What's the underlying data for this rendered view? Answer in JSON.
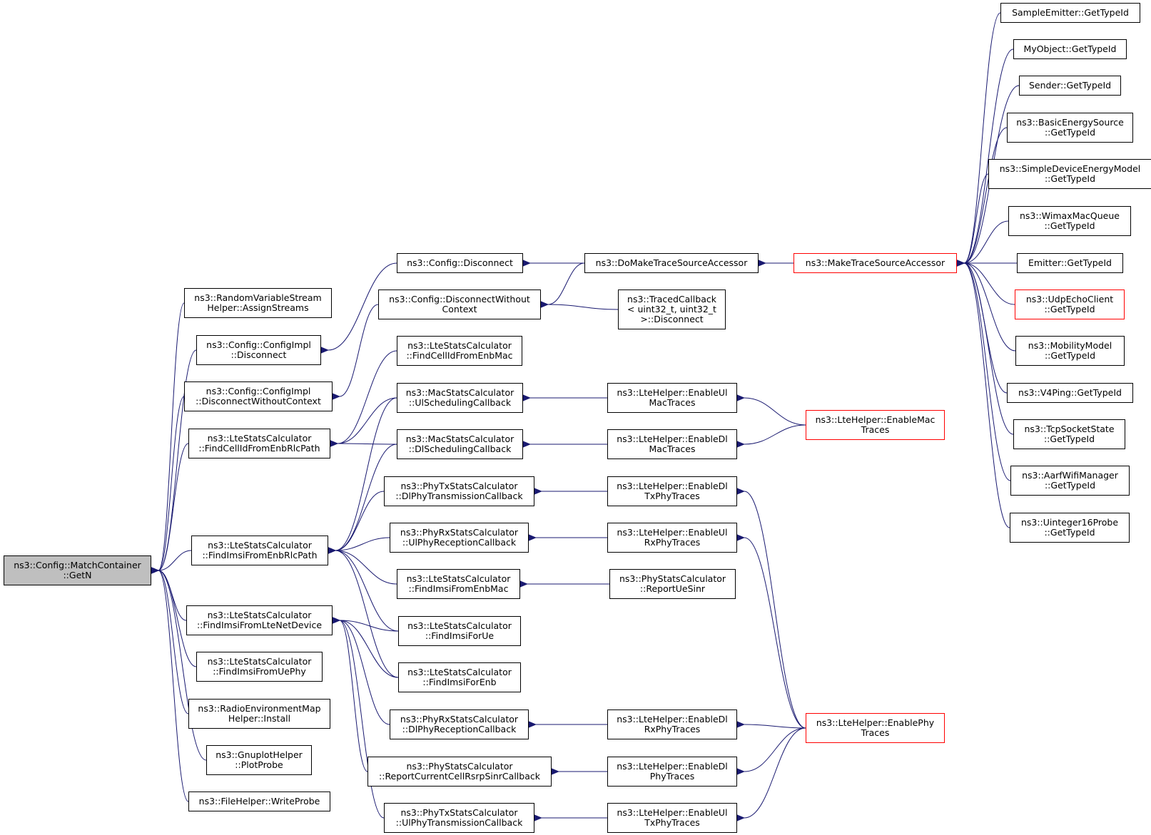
{
  "colors": {
    "edge": "#191970",
    "node_border": "#000000",
    "highlight_border": "#ff0000",
    "root_fill": "#bfbfbf"
  },
  "nodes": {
    "n1": {
      "lines": [
        "ns3::Config::MatchContainer",
        "::GetN"
      ],
      "style": "root"
    },
    "n2": {
      "lines": [
        "ns3::RandomVariableStream",
        "Helper::AssignStreams"
      ]
    },
    "n3": {
      "lines": [
        "ns3::Config::ConfigImpl",
        "::Disconnect"
      ]
    },
    "n4": {
      "lines": [
        "ns3::Config::ConfigImpl",
        "::DisconnectWithoutContext"
      ]
    },
    "n5": {
      "lines": [
        "ns3::LteStatsCalculator",
        "::FindCellIdFromEnbRlcPath"
      ]
    },
    "n6": {
      "lines": [
        "ns3::LteStatsCalculator",
        "::FindImsiFromEnbRlcPath"
      ]
    },
    "n7": {
      "lines": [
        "ns3::LteStatsCalculator",
        "::FindImsiFromLteNetDevice"
      ]
    },
    "n8": {
      "lines": [
        "ns3::LteStatsCalculator",
        "::FindImsiFromUePhy"
      ]
    },
    "n9": {
      "lines": [
        "ns3::RadioEnvironmentMap",
        "Helper::Install"
      ]
    },
    "n10": {
      "lines": [
        "ns3::GnuplotHelper",
        "::PlotProbe"
      ]
    },
    "n11": {
      "lines": [
        "ns3::FileHelper::WriteProbe"
      ]
    },
    "n12": {
      "lines": [
        "ns3::Config::Disconnect"
      ]
    },
    "n13": {
      "lines": [
        "ns3::Config::DisconnectWithout",
        "Context"
      ]
    },
    "n14": {
      "lines": [
        "ns3::LteStatsCalculator",
        "::FindCellIdFromEnbMac"
      ]
    },
    "n15": {
      "lines": [
        "ns3::MacStatsCalculator",
        "::UlSchedulingCallback"
      ]
    },
    "n16": {
      "lines": [
        "ns3::MacStatsCalculator",
        "::DlSchedulingCallback"
      ]
    },
    "n17": {
      "lines": [
        "ns3::PhyTxStatsCalculator",
        "::DlPhyTransmissionCallback"
      ]
    },
    "n18": {
      "lines": [
        "ns3::PhyRxStatsCalculator",
        "::UlPhyReceptionCallback"
      ]
    },
    "n19": {
      "lines": [
        "ns3::LteStatsCalculator",
        "::FindImsiFromEnbMac"
      ]
    },
    "n20": {
      "lines": [
        "ns3::LteStatsCalculator",
        "::FindImsiForUe"
      ]
    },
    "n21": {
      "lines": [
        "ns3::LteStatsCalculator",
        "::FindImsiForEnb"
      ]
    },
    "n22": {
      "lines": [
        "ns3::PhyRxStatsCalculator",
        "::DlPhyReceptionCallback"
      ]
    },
    "n23": {
      "lines": [
        "ns3::PhyStatsCalculator",
        "::ReportCurrentCellRsrpSinrCallback"
      ]
    },
    "n24": {
      "lines": [
        "ns3::PhyTxStatsCalculator",
        "::UlPhyTransmissionCallback"
      ]
    },
    "n25": {
      "lines": [
        "ns3::DoMakeTraceSourceAccessor"
      ]
    },
    "n26": {
      "lines": [
        "ns3::TracedCallback",
        "< uint32_t, uint32_t",
        ">::Disconnect"
      ]
    },
    "n27": {
      "lines": [
        "ns3::LteHelper::EnableUl",
        "MacTraces"
      ]
    },
    "n28": {
      "lines": [
        "ns3::LteHelper::EnableDl",
        "MacTraces"
      ]
    },
    "n29": {
      "lines": [
        "ns3::LteHelper::EnableDl",
        "TxPhyTraces"
      ]
    },
    "n30": {
      "lines": [
        "ns3::LteHelper::EnableUl",
        "RxPhyTraces"
      ]
    },
    "n31": {
      "lines": [
        "ns3::PhyStatsCalculator",
        "::ReportUeSinr"
      ]
    },
    "n32": {
      "lines": [
        "ns3::LteHelper::EnableDl",
        "RxPhyTraces"
      ]
    },
    "n33": {
      "lines": [
        "ns3::LteHelper::EnableDl",
        "PhyTraces"
      ]
    },
    "n34": {
      "lines": [
        "ns3::LteHelper::EnableUl",
        "TxPhyTraces"
      ]
    },
    "n35": {
      "lines": [
        "ns3::MakeTraceSourceAccessor"
      ],
      "style": "red"
    },
    "n36": {
      "lines": [
        "ns3::LteHelper::EnableMac",
        "Traces"
      ],
      "style": "red"
    },
    "n37": {
      "lines": [
        "ns3::LteHelper::EnablePhy",
        "Traces"
      ],
      "style": "red"
    },
    "n38": {
      "lines": [
        "SampleEmitter::GetTypeId"
      ]
    },
    "n39": {
      "lines": [
        "MyObject::GetTypeId"
      ]
    },
    "n40": {
      "lines": [
        "Sender::GetTypeId"
      ]
    },
    "n41": {
      "lines": [
        "ns3::BasicEnergySource",
        "::GetTypeId"
      ]
    },
    "n42": {
      "lines": [
        "ns3::SimpleDeviceEnergyModel",
        "::GetTypeId"
      ]
    },
    "n43": {
      "lines": [
        "ns3::WimaxMacQueue",
        "::GetTypeId"
      ]
    },
    "n44": {
      "lines": [
        "Emitter::GetTypeId"
      ]
    },
    "n45": {
      "lines": [
        "ns3::UdpEchoClient",
        "::GetTypeId"
      ],
      "style": "red"
    },
    "n46": {
      "lines": [
        "ns3::MobilityModel",
        "::GetTypeId"
      ]
    },
    "n47": {
      "lines": [
        "ns3::V4Ping::GetTypeId"
      ]
    },
    "n48": {
      "lines": [
        "ns3::TcpSocketState",
        "::GetTypeId"
      ]
    },
    "n49": {
      "lines": [
        "ns3::AarfWifiManager",
        "::GetTypeId"
      ]
    },
    "n50": {
      "lines": [
        "ns3::Uinteger16Probe",
        "::GetTypeId"
      ]
    }
  },
  "edges": [
    [
      "n2",
      "n1"
    ],
    [
      "n3",
      "n1"
    ],
    [
      "n4",
      "n1"
    ],
    [
      "n5",
      "n1"
    ],
    [
      "n6",
      "n1"
    ],
    [
      "n7",
      "n1"
    ],
    [
      "n8",
      "n1"
    ],
    [
      "n9",
      "n1"
    ],
    [
      "n10",
      "n1"
    ],
    [
      "n11",
      "n1"
    ],
    [
      "n12",
      "n3"
    ],
    [
      "n13",
      "n4"
    ],
    [
      "n14",
      "n5"
    ],
    [
      "n15",
      "n5"
    ],
    [
      "n16",
      "n5"
    ],
    [
      "n15",
      "n6"
    ],
    [
      "n16",
      "n6"
    ],
    [
      "n17",
      "n6"
    ],
    [
      "n18",
      "n6"
    ],
    [
      "n19",
      "n6"
    ],
    [
      "n20",
      "n6"
    ],
    [
      "n21",
      "n6"
    ],
    [
      "n20",
      "n7"
    ],
    [
      "n21",
      "n7"
    ],
    [
      "n22",
      "n7"
    ],
    [
      "n23",
      "n7"
    ],
    [
      "n24",
      "n7"
    ],
    [
      "n25",
      "n12"
    ],
    [
      "n25",
      "n13"
    ],
    [
      "n26",
      "n13"
    ],
    [
      "n27",
      "n15"
    ],
    [
      "n28",
      "n16"
    ],
    [
      "n29",
      "n17"
    ],
    [
      "n30",
      "n18"
    ],
    [
      "n31",
      "n19"
    ],
    [
      "n32",
      "n22"
    ],
    [
      "n33",
      "n23"
    ],
    [
      "n34",
      "n24"
    ],
    [
      "n35",
      "n25"
    ],
    [
      "n36",
      "n27"
    ],
    [
      "n36",
      "n28"
    ],
    [
      "n37",
      "n29"
    ],
    [
      "n37",
      "n30"
    ],
    [
      "n37",
      "n32"
    ],
    [
      "n37",
      "n33"
    ],
    [
      "n37",
      "n34"
    ],
    [
      "n38",
      "n35"
    ],
    [
      "n39",
      "n35"
    ],
    [
      "n40",
      "n35"
    ],
    [
      "n41",
      "n35"
    ],
    [
      "n42",
      "n35"
    ],
    [
      "n43",
      "n35"
    ],
    [
      "n44",
      "n35"
    ],
    [
      "n45",
      "n35"
    ],
    [
      "n46",
      "n35"
    ],
    [
      "n47",
      "n35"
    ],
    [
      "n48",
      "n35"
    ],
    [
      "n49",
      "n35"
    ],
    [
      "n50",
      "n35"
    ]
  ]
}
